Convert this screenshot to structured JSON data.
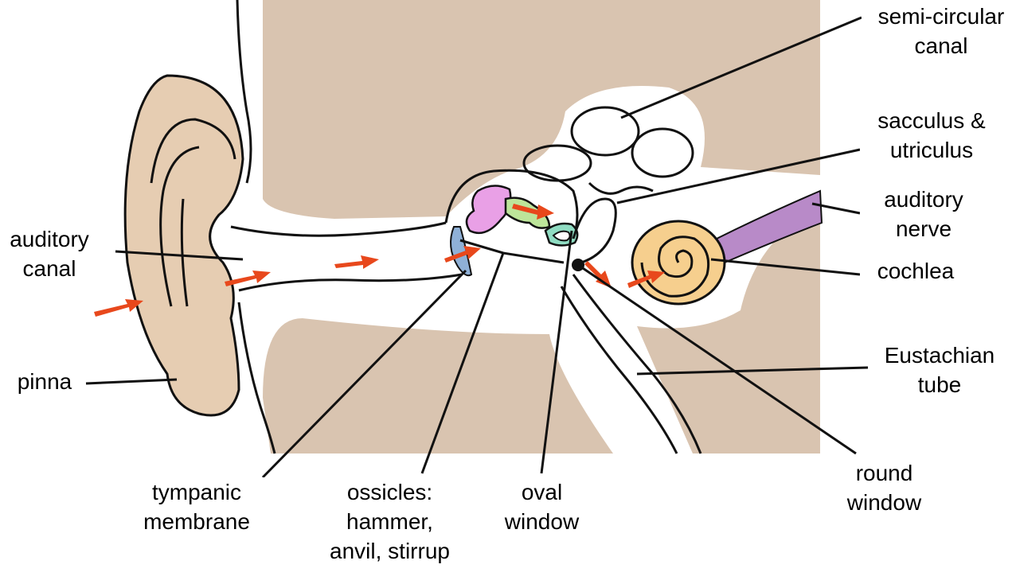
{
  "colors": {
    "background_tissue": "#d9c4b0",
    "bone_white": "#ffffff",
    "outline": "#111111",
    "pinna_fill": "#c89a6e",
    "arrow": "#e8481c",
    "hammer": "#e9a0e6",
    "anvil": "#bde59a",
    "stirrup": "#8fdcc2",
    "tympanic_membrane": "#8fb0d6",
    "cochlea": "#f6cf8e",
    "auditory_nerve": "#b88ac8"
  },
  "labels": {
    "semi_circular_canal": [
      "semi-circular",
      "canal"
    ],
    "sacculus_utriculus": [
      "sacculus &",
      "utriculus"
    ],
    "auditory_nerve": [
      "auditory",
      "nerve"
    ],
    "cochlea": [
      "cochlea"
    ],
    "eustachian_tube": [
      "Eustachian",
      "tube"
    ],
    "round_window": [
      "round",
      "window"
    ],
    "oval_window": [
      "oval",
      "window"
    ],
    "ossicles": [
      "ossicles:",
      "hammer,",
      "anvil, stirrup"
    ],
    "tympanic_membrane": [
      "tympanic",
      "membrane"
    ],
    "pinna": [
      "pinna"
    ],
    "auditory_canal": [
      "auditory",
      "canal"
    ]
  }
}
